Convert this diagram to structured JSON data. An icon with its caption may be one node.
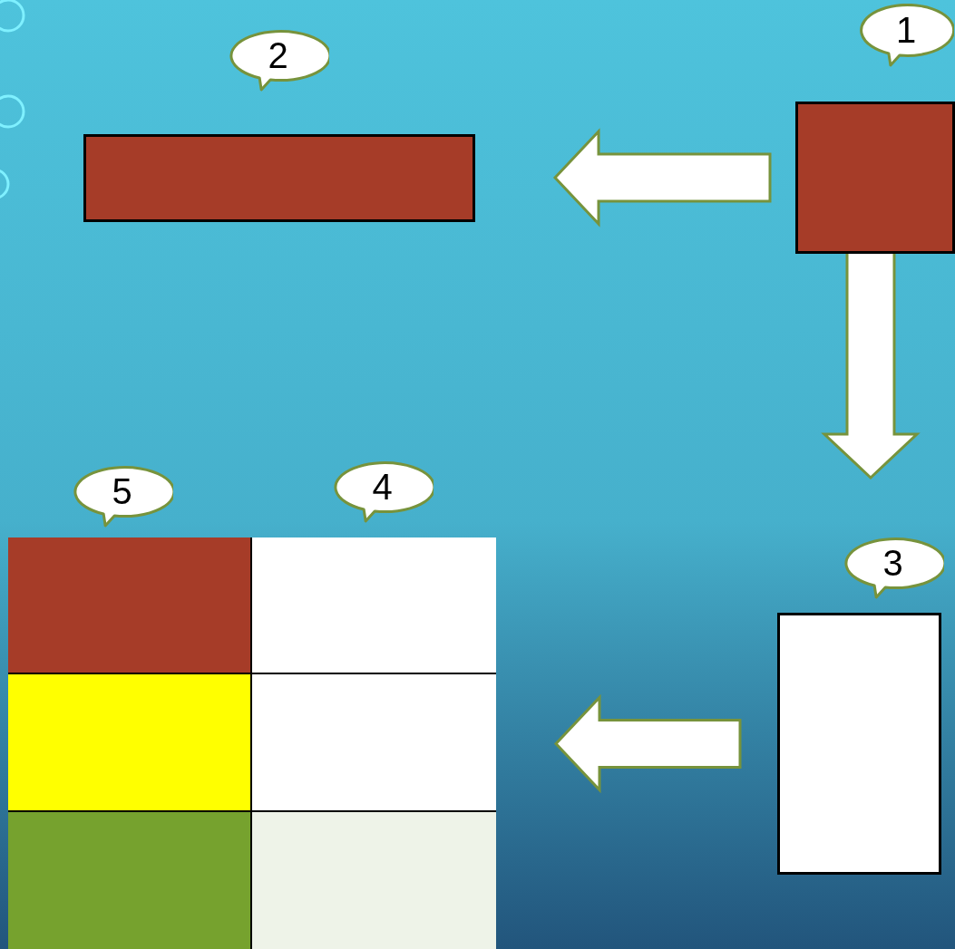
{
  "diagram": {
    "nodes": [
      {
        "text": [
          "1"
        ]
      },
      {
        "text": [],
        "shape": "box"
      },
      {
        "text": [
          "2"
        ]
      },
      {
        "text": [],
        "shape": "box"
      },
      {
        "text": [
          "3"
        ]
      },
      {
        "text": [],
        "shape": "box"
      },
      {
        "text": [
          "4"
        ]
      },
      {
        "text": [
          "5"
        ]
      },
      {
        "text": [],
        "shape": "box"
      }
    ],
    "edges": [
      {
        "from": 1,
        "to": 3,
        "arrow": "to"
      },
      {
        "from": 1,
        "to": 5,
        "arrow": "to"
      },
      {
        "from": 5,
        "to": 8,
        "arrow": "to"
      }
    ]
  }
}
